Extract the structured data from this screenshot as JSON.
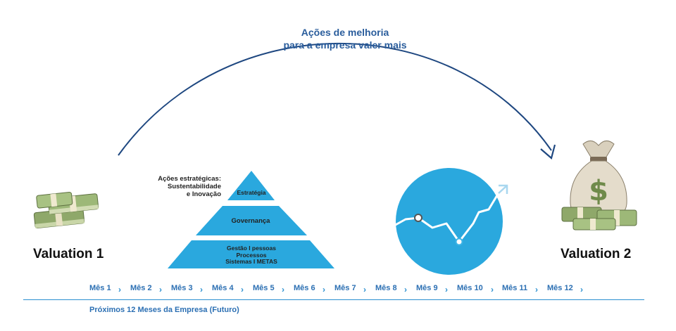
{
  "header": {
    "title_line1": "Ações de melhoria",
    "title_line2": "para a empresa valer mais"
  },
  "left": {
    "label": "Valuation 1",
    "icon": "money-stacks-icon"
  },
  "right": {
    "label": "Valuation 2",
    "icon": "money-bag-icon"
  },
  "pyramid": {
    "side_label": [
      "Ações estratégicas:",
      "Sustentabilidade",
      "e Inovação"
    ],
    "tiers": [
      {
        "lines": [
          "Estratégia"
        ]
      },
      {
        "lines": [
          "Governança"
        ]
      },
      {
        "lines": [
          "Gestão I pessoas",
          "Processos",
          "Sistemas I METAS"
        ]
      }
    ]
  },
  "growth_icon": "growth-chart-circle-icon",
  "timeline": {
    "months": [
      "Mês 1",
      "Mês 2",
      "Mês 3",
      "Mês 4",
      "Mês 5",
      "Mês 6",
      "Mês 7",
      "Mês 8",
      "Mês 9",
      "Mês 10",
      "Mês 11",
      "Mês 12"
    ],
    "footer": "Próximos 12 Meses da Empresa (Futuro)"
  },
  "colors": {
    "primary_blue": "#2aa8de",
    "dark_blue": "#2a5d9c",
    "month_blue": "#2b6fb3"
  }
}
